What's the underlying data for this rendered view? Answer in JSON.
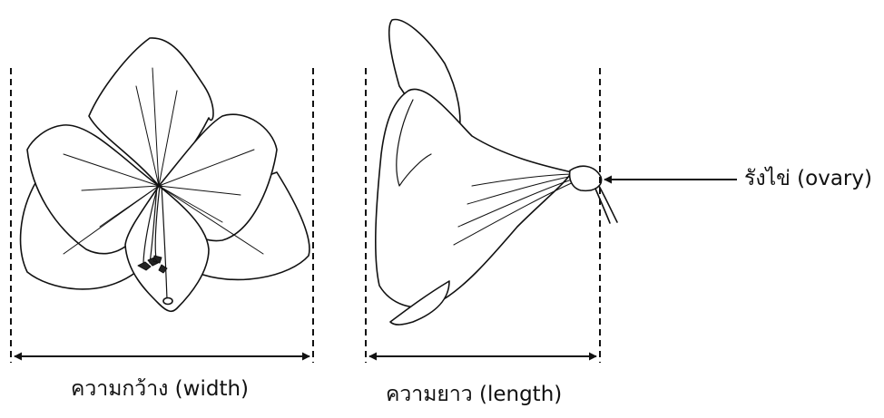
{
  "labels": {
    "width": "ความกว้าง (width)",
    "length": "ความยาว (length)",
    "ovary": "รังไข่ (ovary)"
  },
  "colors": {
    "line": "#111111",
    "background": "#ffffff"
  }
}
